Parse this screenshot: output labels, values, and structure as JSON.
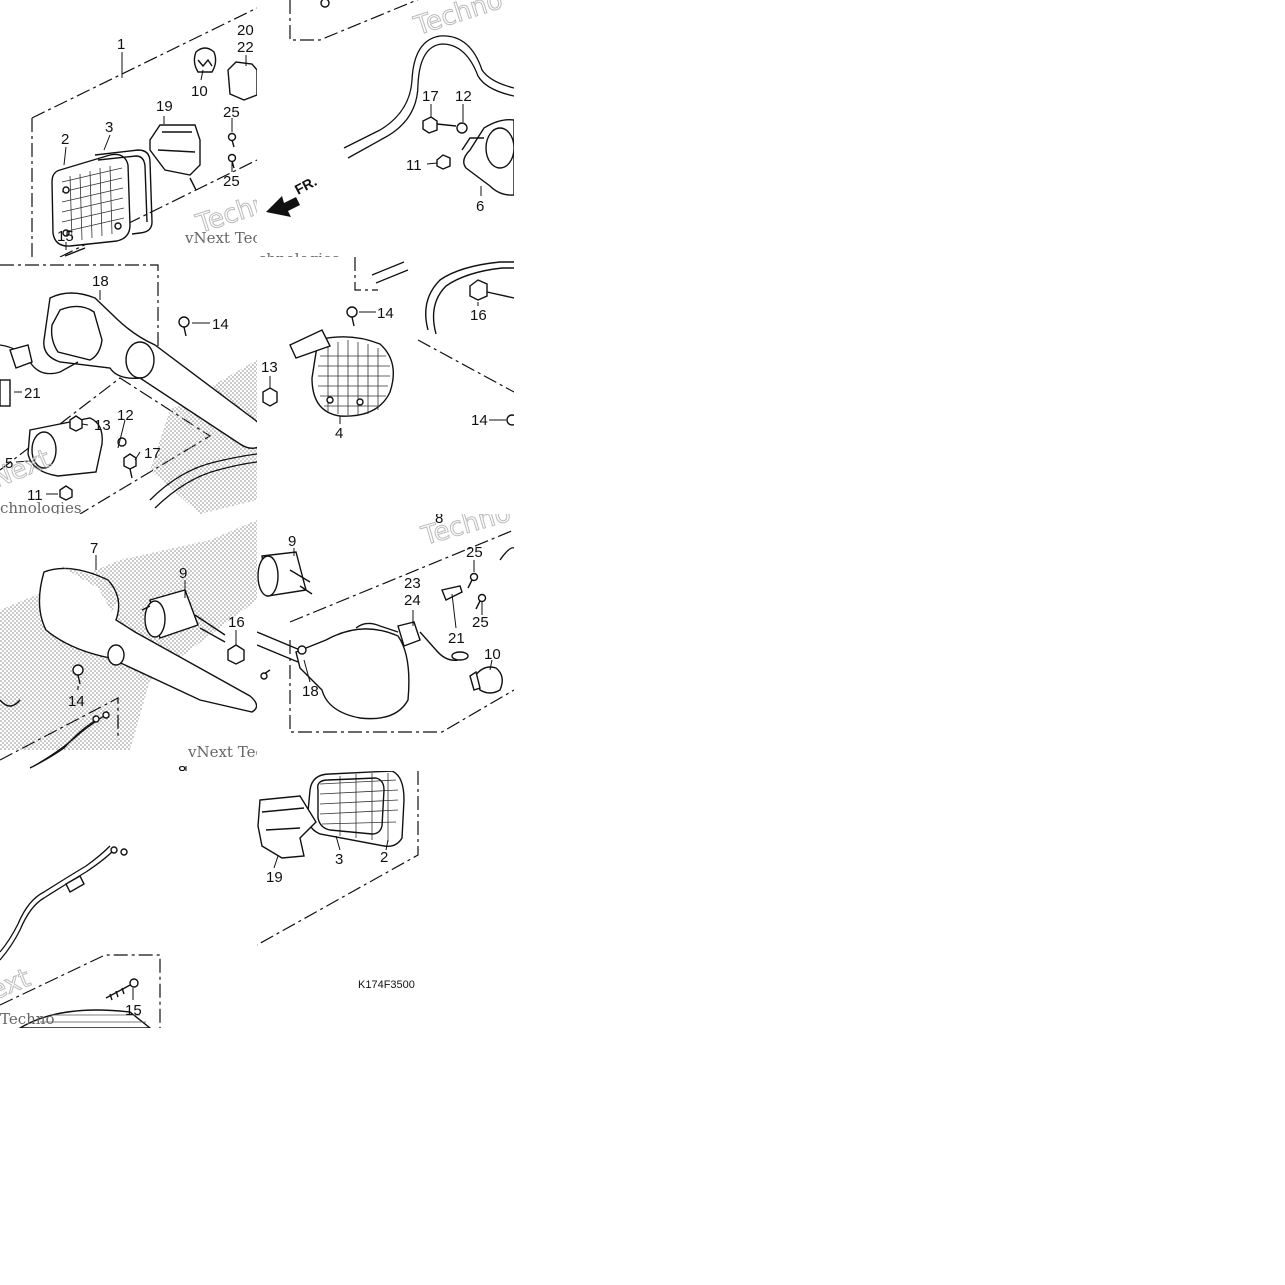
{
  "diagram_code": "K174F3500",
  "direction_label": "FR.",
  "watermarks": {
    "vnext_1": "vNext Tec",
    "vnext_2": "vNext Tec",
    "technologies_1": "Technologies",
    "technologies_2": "Techno",
    "technologies_3": "chnologies",
    "technologies_4": "chnologies",
    "techno_1": "Techno",
    "techno_2": "Techno",
    "ext_1": "Next",
    "ext_2": "ext"
  },
  "callouts": {
    "t1": [
      "1",
      "20",
      "22",
      "10",
      "19",
      "3",
      "2",
      "25",
      "25",
      "15"
    ],
    "t2": [
      "17",
      "12",
      "11",
      "6"
    ],
    "t3": [
      "18",
      "14",
      "21",
      "13",
      "12",
      "17",
      "5",
      "11"
    ],
    "t4": [
      "14",
      "13",
      "4",
      "16",
      "14"
    ],
    "t5": [
      "7",
      "9",
      "16",
      "14",
      "8"
    ],
    "t6": [
      "8",
      "9",
      "25",
      "23",
      "24",
      "25",
      "21",
      "10",
      "18"
    ],
    "t7": [
      "15"
    ],
    "t8": [
      "3",
      "2",
      "19"
    ]
  }
}
